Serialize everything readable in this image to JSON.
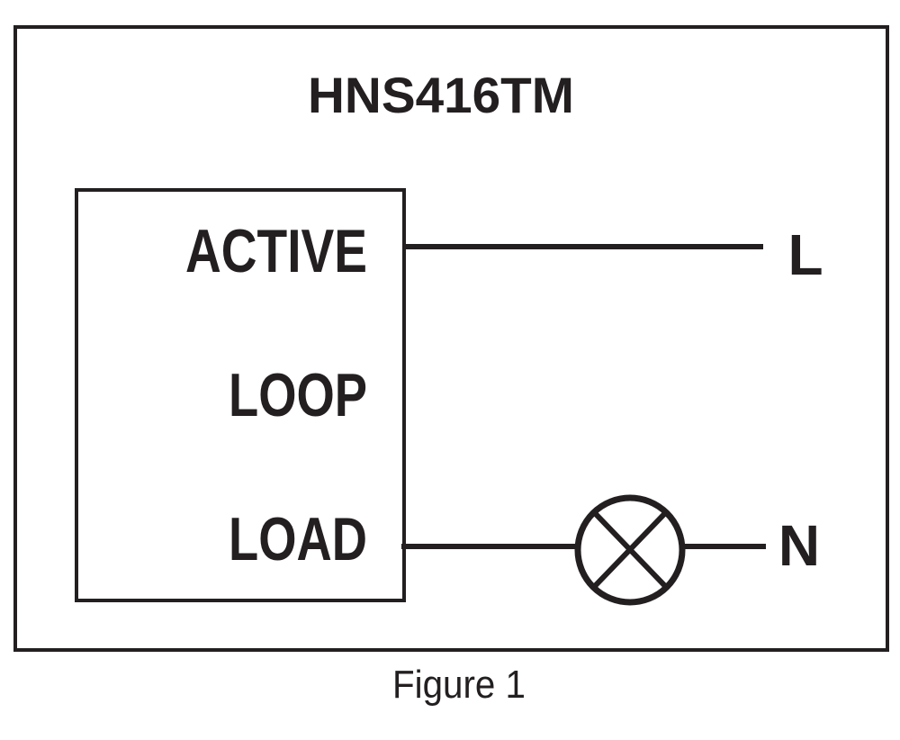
{
  "diagram": {
    "title": "HNS416TM",
    "caption": "Figure 1",
    "device_terminals": [
      {
        "label": "ACTIVE"
      },
      {
        "label": "LOOP"
      },
      {
        "label": "LOAD"
      }
    ],
    "line_labels": {
      "live": "L",
      "neutral": "N"
    },
    "connections": [
      {
        "from": "ACTIVE",
        "to": "L"
      },
      {
        "from": "LOAD",
        "to": "lamp"
      },
      {
        "from": "lamp",
        "to": "N"
      }
    ],
    "components": [
      {
        "type": "lamp",
        "symbol": "circle-with-cross"
      }
    ],
    "colors": {
      "ink": "#231f20",
      "background": "#ffffff"
    }
  }
}
